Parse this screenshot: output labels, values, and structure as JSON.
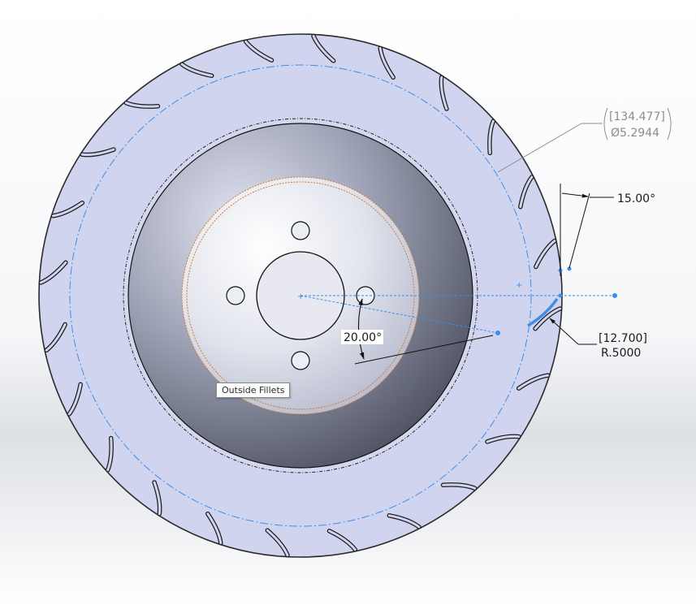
{
  "tooltip": {
    "label": "Outside Fillets"
  },
  "dimensions": {
    "angle_draft": "15.00°",
    "angle_pattern": "20.00°",
    "ref_value": "[134.477]",
    "ref_diameter": "Ø5.2944",
    "fillet_bracket": "[12.700]",
    "fillet_radius": "R.5000"
  },
  "tread": {
    "groove_count": 24,
    "angular_spacing_deg": 15
  },
  "colors": {
    "tire": "#d0d4ef",
    "tire_outline": "#2a2a2a",
    "hub_dark": "#4a4e60",
    "hub_light": "#c8cde0",
    "sketch_blue": "#3d8eea",
    "fillet_orange": "#d8782e",
    "highlight_blue": "#3d8eea"
  }
}
